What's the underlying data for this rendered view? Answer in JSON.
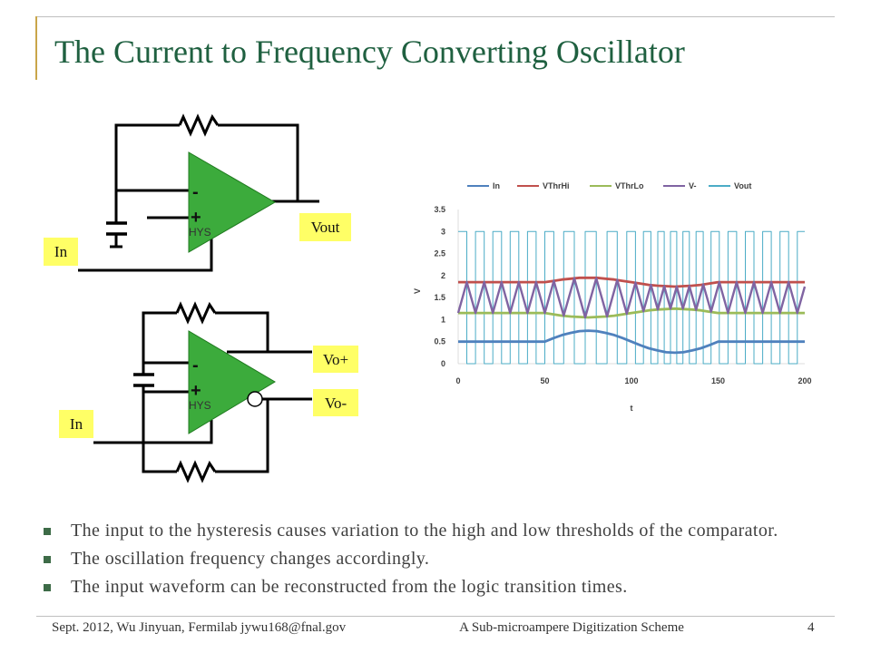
{
  "slide": {
    "title": "The Current to Frequency Converting Oscillator",
    "colors": {
      "title": "#1f6040",
      "accent_line": "#c9a64a",
      "rule": "#bfbfbf",
      "label_fill": "#ffff66",
      "opamp_fill": "#3cab3c",
      "bullet": "#3d6b47"
    }
  },
  "circuit_top": {
    "opamp": {
      "minus": "-",
      "plus": "+",
      "hys": "HYS"
    },
    "labels": {
      "input": "In",
      "output": "Vout"
    }
  },
  "circuit_bottom": {
    "opamp": {
      "minus": "-",
      "plus": "+",
      "hys": "HYS"
    },
    "labels": {
      "input": "In",
      "output_pos": "Vo+",
      "output_neg": "Vo-"
    }
  },
  "bullets": [
    "The input to the hysteresis causes variation to the high and low thresholds of the comparator.",
    "The oscillation frequency changes accordingly.",
    "The input waveform can be reconstructed from the logic transition times."
  ],
  "footer": {
    "left": "Sept. 2012, Wu Jinyuan, Fermilab jywu168@fnal.gov",
    "center": "A Sub-microampere Digitization Scheme",
    "page": "4"
  },
  "chart_data": {
    "type": "line",
    "title": "",
    "xlabel": "t",
    "ylabel": "V",
    "xlim": [
      0,
      200
    ],
    "ylim": [
      0,
      3.5
    ],
    "xticks": {
      "values": [
        0,
        50,
        100,
        150,
        200
      ],
      "labels": [
        "0",
        "50",
        "100",
        "150",
        "200"
      ]
    },
    "yticks": {
      "values": [
        0,
        0.5,
        1,
        1.5,
        2,
        2.5,
        3,
        3.5
      ],
      "labels": [
        "0",
        "0.5",
        "1",
        "1.5",
        "2",
        "2.5",
        "3",
        "3.5"
      ]
    },
    "grid": false,
    "legend": "top",
    "x": [
      0,
      50,
      55,
      60,
      65,
      70,
      75,
      80,
      85,
      90,
      95,
      100,
      105,
      110,
      115,
      120,
      125,
      130,
      135,
      140,
      145,
      150,
      200
    ],
    "series": [
      {
        "name": "In",
        "color": "#4f81bd",
        "values": [
          0.5,
          0.5,
          0.58,
          0.65,
          0.7,
          0.74,
          0.75,
          0.74,
          0.7,
          0.65,
          0.58,
          0.5,
          0.42,
          0.35,
          0.3,
          0.26,
          0.25,
          0.26,
          0.3,
          0.35,
          0.42,
          0.5,
          0.5
        ]
      },
      {
        "name": "VThrHi",
        "color": "#c0504d",
        "values": [
          1.85,
          1.85,
          1.88,
          1.91,
          1.93,
          1.95,
          1.95,
          1.95,
          1.93,
          1.91,
          1.88,
          1.85,
          1.82,
          1.79,
          1.77,
          1.76,
          1.75,
          1.76,
          1.77,
          1.79,
          1.82,
          1.85,
          1.85
        ]
      },
      {
        "name": "VThrLo",
        "color": "#9bbb59",
        "values": [
          1.15,
          1.15,
          1.12,
          1.09,
          1.07,
          1.06,
          1.05,
          1.06,
          1.07,
          1.09,
          1.12,
          1.15,
          1.18,
          1.21,
          1.23,
          1.24,
          1.25,
          1.24,
          1.23,
          1.21,
          1.18,
          1.15,
          1.15
        ]
      },
      {
        "name": "V-",
        "color": "#8064a2",
        "points": [
          [
            0,
            1.15
          ],
          [
            5,
            1.85
          ],
          [
            10,
            1.15
          ],
          [
            15,
            1.85
          ],
          [
            20,
            1.15
          ],
          [
            25,
            1.85
          ],
          [
            30,
            1.15
          ],
          [
            35,
            1.85
          ],
          [
            40,
            1.15
          ],
          [
            45,
            1.85
          ],
          [
            50,
            1.15
          ],
          [
            55.2,
            1.88
          ],
          [
            60.9,
            1.09
          ],
          [
            67,
            1.94
          ],
          [
            73.3,
            1.05
          ],
          [
            79.7,
            1.94
          ],
          [
            85.9,
            1.07
          ],
          [
            91.8,
            1.9
          ],
          [
            97.3,
            1.13
          ],
          [
            102.3,
            1.84
          ],
          [
            106.9,
            1.19
          ],
          [
            111.2,
            1.79
          ],
          [
            115.2,
            1.23
          ],
          [
            118.9,
            1.76
          ],
          [
            122.5,
            1.25
          ],
          [
            126.1,
            1.75
          ],
          [
            129.7,
            1.25
          ],
          [
            133.4,
            1.76
          ],
          [
            137.3,
            1.22
          ],
          [
            141.4,
            1.8
          ],
          [
            145.9,
            1.18
          ],
          [
            150.7,
            1.85
          ],
          [
            155.7,
            1.15
          ],
          [
            160.7,
            1.85
          ],
          [
            165.7,
            1.15
          ],
          [
            170.7,
            1.85
          ],
          [
            175.7,
            1.15
          ],
          [
            180.7,
            1.85
          ],
          [
            185.7,
            1.15
          ],
          [
            190.7,
            1.85
          ],
          [
            195.7,
            1.15
          ],
          [
            200,
            1.75
          ]
        ]
      },
      {
        "name": "Vout",
        "color": "#4bacc6",
        "high": 3,
        "low": 0,
        "initial": 3,
        "edges": [
          5,
          10,
          15,
          20,
          25,
          30,
          35,
          40,
          45,
          50,
          55.2,
          60.9,
          67,
          73.3,
          79.7,
          85.9,
          91.8,
          97.3,
          102.3,
          106.9,
          111.2,
          115.2,
          118.9,
          122.5,
          126.1,
          129.7,
          133.4,
          137.3,
          141.4,
          145.9,
          150.7,
          155.7,
          160.7,
          165.7,
          170.7,
          175.7,
          180.7,
          185.7,
          190.7,
          195.7
        ]
      }
    ]
  }
}
